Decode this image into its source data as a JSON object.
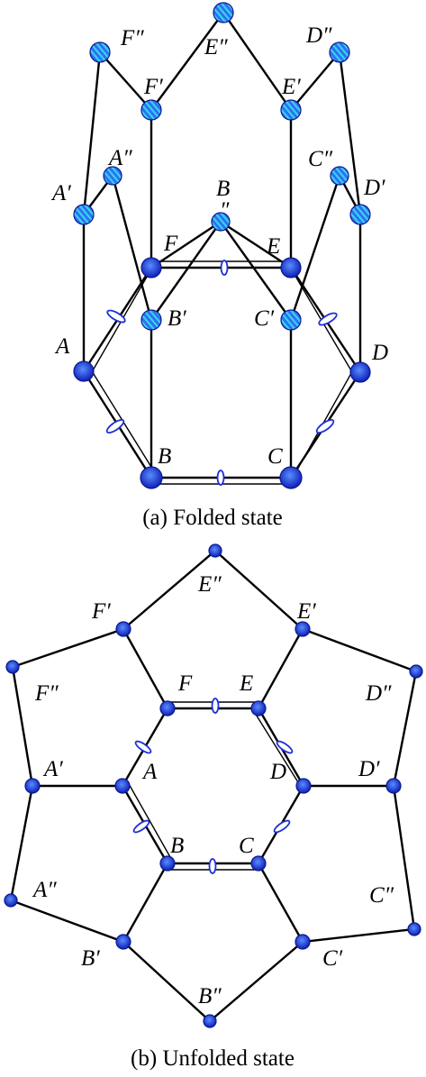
{
  "figure": {
    "panel_a": {
      "caption": "(a) Folded state",
      "labels": {
        "A": "A",
        "B": "B",
        "C": "C",
        "D": "D",
        "E": "E",
        "F": "F",
        "A1": "A′",
        "B1": "B′",
        "C1": "C′",
        "D1": "D′",
        "E1": "E′",
        "F1": "F′",
        "A2": "A″",
        "B2": "B",
        "B2mark": "″",
        "C2": "C″",
        "D2": "D″",
        "E2": "E″",
        "F2": "F″"
      }
    },
    "panel_b": {
      "caption": "(b) Unfolded state",
      "labels": {
        "A": "A",
        "B": "B",
        "C": "C",
        "D": "D",
        "E": "E",
        "F": "F",
        "A1": "A′",
        "B1": "B′",
        "C1": "C′",
        "D1": "D′",
        "E1": "E′",
        "F1": "F′",
        "A2": "A″",
        "B2": "B″",
        "C2": "C″",
        "D2": "D″",
        "E2": "E″",
        "F2": "F″"
      }
    },
    "colors": {
      "node_fill": "#2f6df2",
      "node_dark": "#0d1fb5",
      "node_stripe": "#35d4ee",
      "hinge_stroke": "#1f2fd8",
      "edge": "#000000"
    }
  }
}
